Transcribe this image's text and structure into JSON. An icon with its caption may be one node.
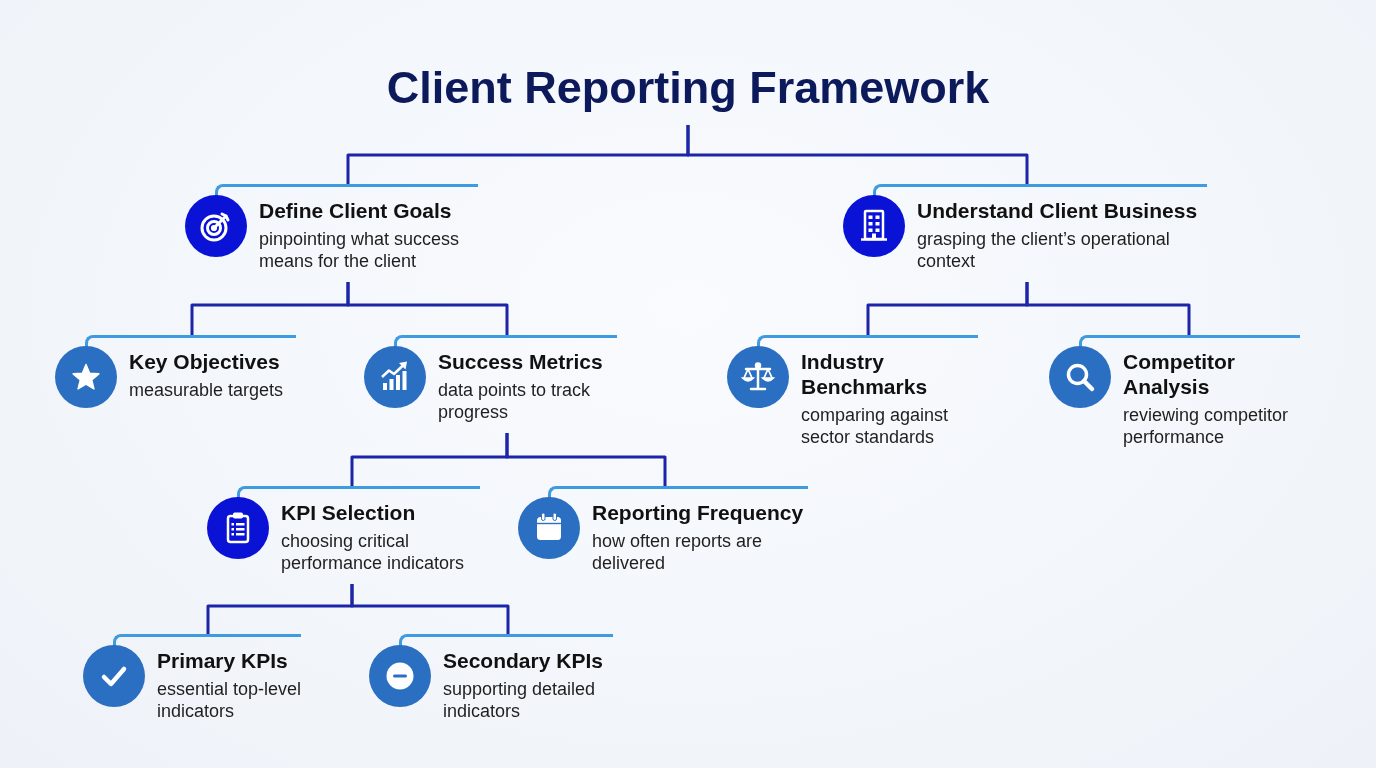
{
  "diagram": {
    "nodes": [
      {
        "text": [
          "Client Reporting Framework"
        ]
      },
      {
        "text": [
          "Define Client Goals",
          "pinpointing what success means for the client"
        ]
      },
      {
        "text": [
          "Understand Client Business",
          "grasping the client’s operational context"
        ]
      },
      {
        "text": [
          "Key Objectives",
          "measurable targets"
        ]
      },
      {
        "text": [
          "Success Metrics",
          "data points to track progress"
        ]
      },
      {
        "text": [
          "Industry Benchmarks",
          "comparing against sector standards"
        ]
      },
      {
        "text": [
          "Competitor Analysis",
          "reviewing competitor performance"
        ]
      },
      {
        "text": [
          "KPI Selection",
          "choosing critical performance indicators"
        ]
      },
      {
        "text": [
          "Reporting Frequency",
          "how often reports are delivered"
        ]
      },
      {
        "text": [
          "Primary KPIs",
          "essential top-level indicators"
        ]
      },
      {
        "text": [
          "Secondary KPIs",
          "supporting detailed indicators"
        ]
      }
    ],
    "edges": [
      {
        "from": 0,
        "to": 1,
        "arrow": "none"
      },
      {
        "from": 0,
        "to": 2,
        "arrow": "none"
      },
      {
        "from": 1,
        "to": 3,
        "arrow": "none"
      },
      {
        "from": 1,
        "to": 4,
        "arrow": "none"
      },
      {
        "from": 2,
        "to": 5,
        "arrow": "none"
      },
      {
        "from": 2,
        "to": 6,
        "arrow": "none"
      },
      {
        "from": 4,
        "to": 7,
        "arrow": "none"
      },
      {
        "from": 4,
        "to": 8,
        "arrow": "none"
      },
      {
        "from": 7,
        "to": 9,
        "arrow": "none"
      },
      {
        "from": 7,
        "to": 10,
        "arrow": "none"
      }
    ]
  }
}
